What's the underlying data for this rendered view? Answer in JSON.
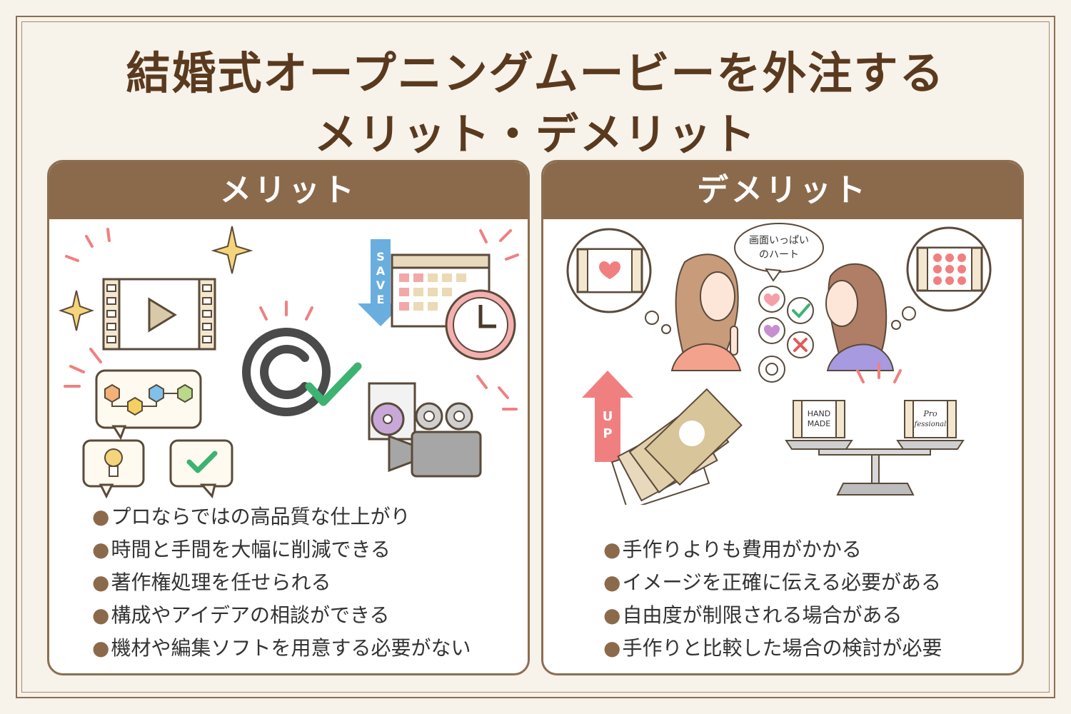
{
  "title": {
    "line1": "結婚式オープニングムービーを外注する",
    "line2": "メリット・デメリット"
  },
  "merits": {
    "heading": "メリット",
    "save_label": [
      "S",
      "A",
      "V",
      "E"
    ],
    "items": [
      "プロならではの高品質な仕上がり",
      "時間と手間を大幅に削減できる",
      "著作権処理を任せられる",
      "構成やアイデアの相談ができる",
      "機材や編集ソフトを用意する必要がない"
    ]
  },
  "demerits": {
    "heading": "デメリット",
    "speech": [
      "画面いっぱい",
      "のハート"
    ],
    "up_label": [
      "U",
      "P"
    ],
    "handmade_label": [
      "HAND",
      "MADE"
    ],
    "professional_label": [
      "Pro",
      "fessional"
    ],
    "items": [
      "手作りよりも費用がかかる",
      "イメージを正確に伝える必要がある",
      "自由度が制限される場合がある",
      "手作りと比較した場合の検討が必要"
    ]
  },
  "colors": {
    "brown": "#8b6a4b",
    "title_brown": "#5a3a1f",
    "accent_red": "#f08080",
    "accent_blue": "#6aaee0",
    "check_green": "#3cb371"
  }
}
